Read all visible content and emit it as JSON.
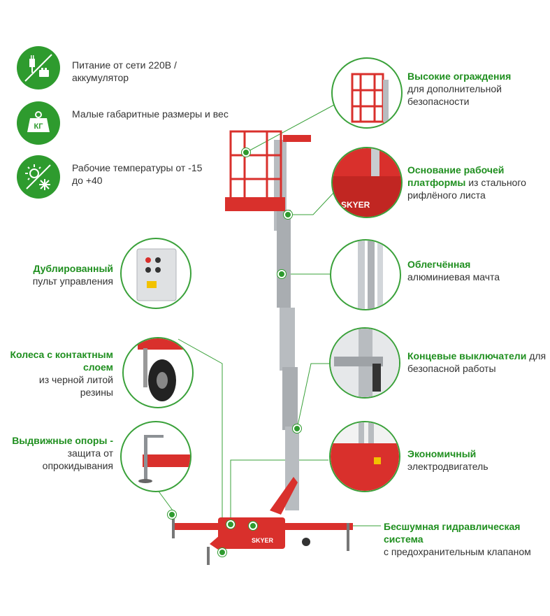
{
  "features": [
    {
      "icon": "plug-battery-icon",
      "text": "Питание от сети 220В / аккумулятор"
    },
    {
      "icon": "weight-kg-icon",
      "badge": "КГ",
      "text": "Малые габаритные размеры и вес"
    },
    {
      "icon": "temperature-sun-snow-icon",
      "text": "Рабочие температуры от -15 до +40"
    }
  ],
  "left_callouts": {
    "panel": {
      "title": "Дублированный",
      "desc": "пульт управления"
    },
    "wheels": {
      "title": "Колеса с контактным слоем",
      "desc": "из черной литой резины"
    },
    "outriggers": {
      "title": "Выдвижные опоры -",
      "desc": "защита от опрокидывания"
    }
  },
  "right_callouts": {
    "guards": {
      "title": "Высокие ограждения",
      "desc": "для дополнительной безопасности"
    },
    "platform": {
      "title": "Основание рабочей платформы",
      "desc": "из стального рифлёного листа"
    },
    "mast": {
      "title": "Облегчённая",
      "desc": "алюминиевая мачта"
    },
    "limit": {
      "title": "Концевые выключатели",
      "desc": "для безопасной работы"
    },
    "motor": {
      "title": "Экономичный",
      "desc": "электродвигатель"
    },
    "hydraulic": {
      "title": "Бесшумная гидравлическая система",
      "desc": "с предохранительным клапаном"
    }
  },
  "brand": "SKYER",
  "colors": {
    "accent_green": "#2e9b2e",
    "machine_red": "#d9302c",
    "mast_grey": "#b8bcc0"
  }
}
